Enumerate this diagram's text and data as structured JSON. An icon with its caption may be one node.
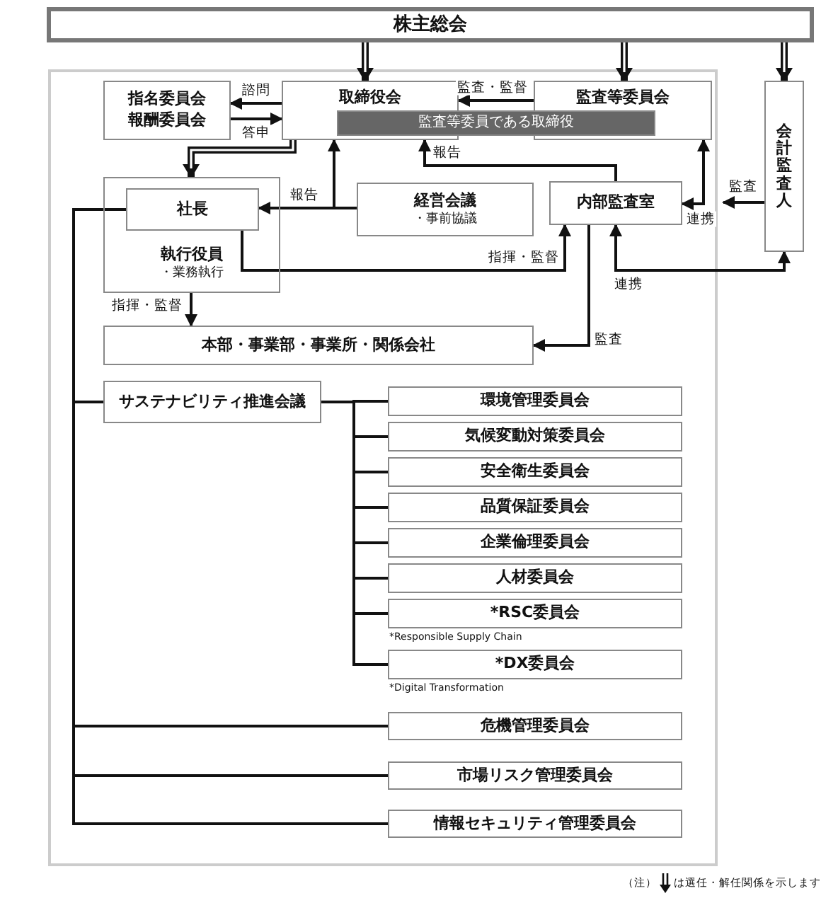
{
  "diagram": {
    "nodes": [
      {
        "text": [
          "株主総会"
        ]
      },
      {
        "text": [
          "指名委員会",
          "報酬委員会"
        ]
      },
      {
        "text": [
          "取締役会"
        ]
      },
      {
        "text": [
          "監査等委員会"
        ]
      },
      {
        "text": [
          "監査等委員である取締役"
        ]
      },
      {
        "text": [
          "会計監査人"
        ]
      },
      {
        "text": [
          "執行役員",
          "・業務執行"
        ]
      },
      {
        "text": [
          "社長"
        ],
        "in": 6
      },
      {
        "text": [
          "経営会議",
          "・事前協議"
        ]
      },
      {
        "text": [
          "内部監査室"
        ]
      },
      {
        "text": [
          "本部・事業部・事業所・関係会社"
        ]
      },
      {
        "text": [
          "サステナビリティ推進会議"
        ]
      },
      {
        "text": [
          "環境管理委員会"
        ]
      },
      {
        "text": [
          "気候変動対策委員会"
        ]
      },
      {
        "text": [
          "安全衛生委員会"
        ]
      },
      {
        "text": [
          "品質保証委員会"
        ]
      },
      {
        "text": [
          "企業倫理委員会"
        ]
      },
      {
        "text": [
          "人材委員会"
        ]
      },
      {
        "text": [
          "*RSC委員会"
        ],
        "beside": [
          "*Responsible Supply Chain"
        ]
      },
      {
        "text": [
          "*DX委員会"
        ],
        "beside": [
          "*Digital Transformation"
        ]
      },
      {
        "text": [
          "危機管理委員会"
        ]
      },
      {
        "text": [
          "市場リスク管理委員会"
        ]
      },
      {
        "text": [
          "情報セキュリティ管理委員会"
        ]
      }
    ],
    "edges": [
      {
        "from": 0,
        "to": 2,
        "arrow": "to",
        "style": "thick"
      },
      {
        "from": 0,
        "to": 3,
        "arrow": "to",
        "style": "thick"
      },
      {
        "from": 0,
        "to": 5,
        "arrow": "to",
        "style": "thick"
      },
      {
        "from": 2,
        "to": 6,
        "arrow": "to",
        "style": "thick"
      },
      {
        "from": 3,
        "to": 2,
        "arrow": "to",
        "label": "監査・監督"
      },
      {
        "from": 2,
        "to": 1,
        "arrow": "to",
        "label": "諮問"
      },
      {
        "from": 1,
        "to": 2,
        "arrow": "to",
        "label": "答申"
      },
      {
        "from": 8,
        "to": 7,
        "arrow": "to",
        "label": "報告"
      },
      {
        "from": 8,
        "to": 2,
        "arrow": "to"
      },
      {
        "from": 9,
        "to": 2,
        "arrow": "to",
        "label": "報告"
      },
      {
        "from": 3,
        "to": 9,
        "arrow": "both",
        "label": "連携"
      },
      {
        "from": 5,
        "to": null,
        "arrow": "to",
        "label": "監査"
      },
      {
        "from": 7,
        "to": 9,
        "arrow": "to",
        "label": "指揮・監督"
      },
      {
        "from": 9,
        "to": 5,
        "arrow": "both",
        "label": "連携"
      },
      {
        "from": 6,
        "to": 10,
        "arrow": "to",
        "label": "指揮・監督"
      },
      {
        "from": 9,
        "to": 10,
        "arrow": "to",
        "label": "監査"
      },
      {
        "from": 7,
        "to": 11,
        "arrow": "none"
      },
      {
        "from": 7,
        "to": 20,
        "arrow": "none"
      },
      {
        "from": 7,
        "to": 21,
        "arrow": "none"
      },
      {
        "from": 7,
        "to": 22,
        "arrow": "none"
      },
      {
        "from": 11,
        "to": 12,
        "arrow": "none"
      },
      {
        "from": 11,
        "to": 13,
        "arrow": "none"
      },
      {
        "from": 11,
        "to": 14,
        "arrow": "none"
      },
      {
        "from": 11,
        "to": 15,
        "arrow": "none"
      },
      {
        "from": 11,
        "to": 16,
        "arrow": "none"
      },
      {
        "from": 11,
        "to": 17,
        "arrow": "none"
      },
      {
        "from": 11,
        "to": 18,
        "arrow": "none"
      },
      {
        "from": 11,
        "to": 19,
        "arrow": "none"
      }
    ],
    "labels": [
      "（注）",
      "は選任・解任関係を示します"
    ]
  }
}
